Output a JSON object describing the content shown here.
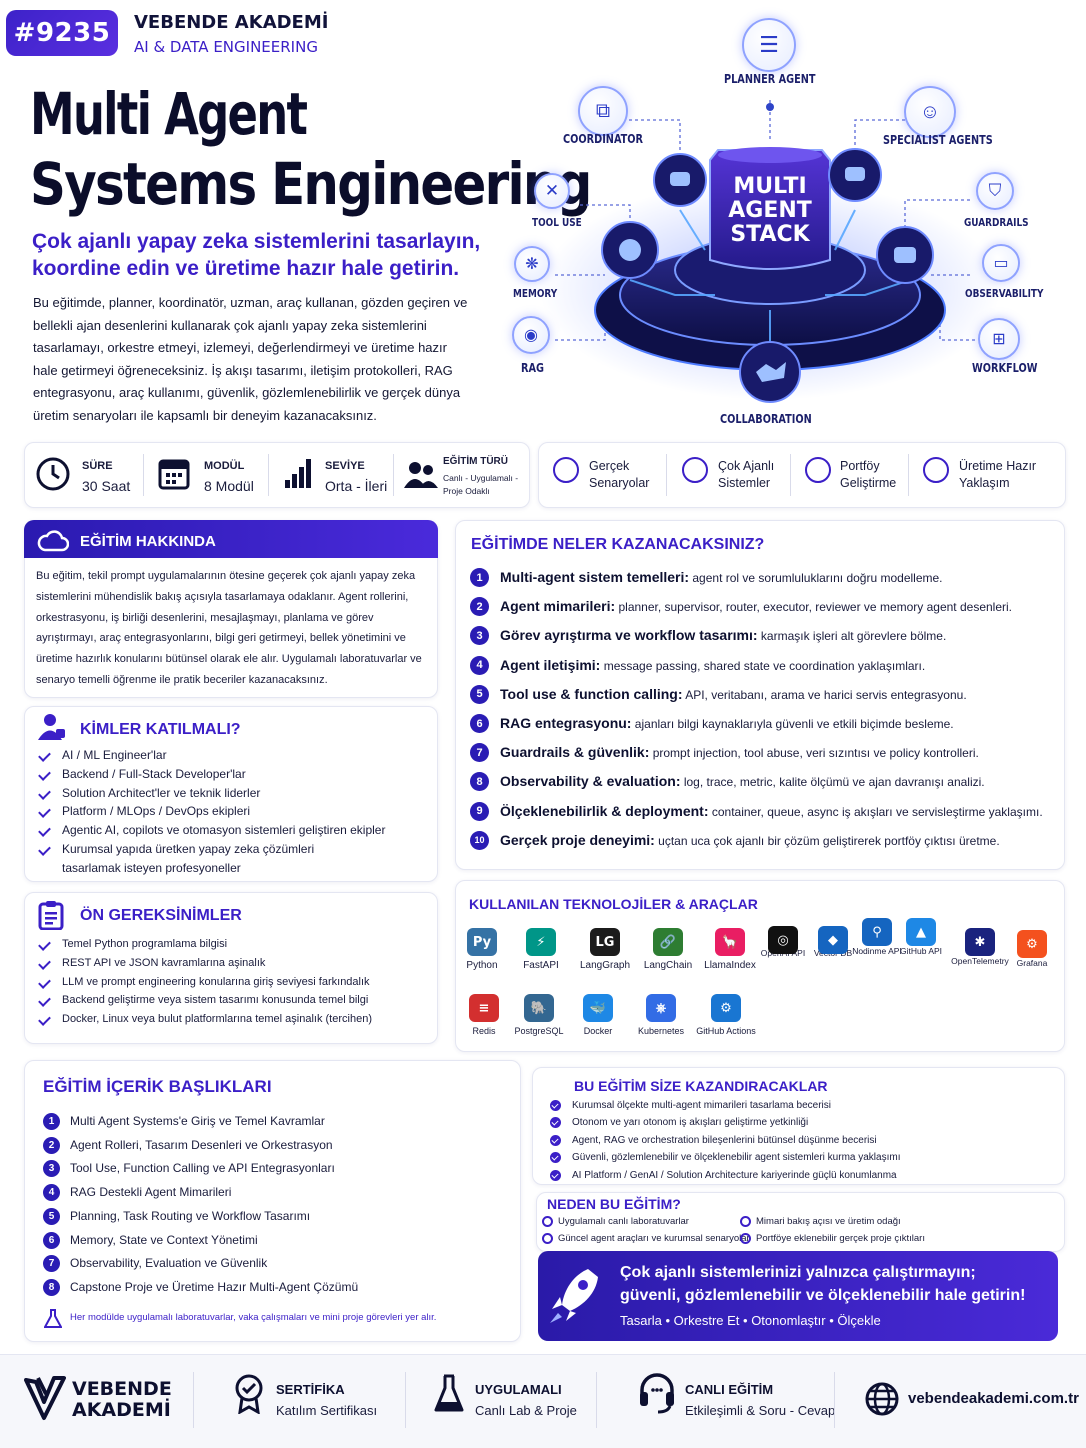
{
  "header": {
    "badge": "#9235",
    "brand": "VEBENDE AKADEMİ",
    "brand_sub": "AI & DATA ENGINEERING",
    "title_line1": "Multi Agent",
    "title_line2": "Systems Engineering",
    "subtitle": "Çok ajanlı yapay zeka sistemlerini tasarlayın, koordine edin ve üretime hazır hale getirin.",
    "intro": "Bu eğitimde, planner, koordinatör, uzman, araç kullanan, gözden geçiren ve bellekli ajan desenlerini kullanarak çok ajanlı yapay zeka sistemlerini tasarlamayı, orkestre etmeyi, izlemeyi, değerlendirmeyi ve üretime hazır hale getirmeyi öğreneceksiniz. İş akışı tasarımı, iletişim protokolleri, RAG entegrasyonu, araç kullanımı, güvenlik, gözlemlenebilirlik ve gerçek dünya üretim senaryoları ile kapsamlı bir deneyim kazanacaksınız."
  },
  "diagram": {
    "center": [
      "MULTI",
      "AGENT",
      "STACK"
    ],
    "nodes": {
      "planner": "PLANNER AGENT",
      "coordinator": "COORDINATOR",
      "specialist": "SPECIALIST AGENTS",
      "tool_use": "TOOL USE",
      "guardrails": "GUARDRAILS",
      "memory": "MEMORY",
      "observability": "OBSERVABILITY",
      "rag": "RAG",
      "workflow": "WORKFLOW",
      "collaboration": "COLLABORATION"
    }
  },
  "stats": [
    {
      "title": "SÜRE",
      "value": "30 Saat",
      "icon": "clock-icon"
    },
    {
      "title": "MODÜL",
      "value": "8 Modül",
      "icon": "calendar-icon"
    },
    {
      "title": "SEVİYE",
      "value": "Orta - İleri",
      "icon": "bars-icon"
    },
    {
      "title": "EĞİTİM TÜRÜ",
      "value": "Canlı - Uygulamalı - Proje Odaklı",
      "icon": "people-icon"
    }
  ],
  "features": [
    "Gerçek Senaryolar",
    "Çok Ajanlı Sistemler",
    "Portföy Geliştirme",
    "Üretime Hazır Yaklaşım"
  ],
  "about": {
    "title": "EĞİTİM HAKKINDA",
    "text": "Bu eğitim, tekil prompt uygulamalarının ötesine geçerek çok ajanlı yapay zeka sistemlerini mühendislik bakış açısıyla tasarlamaya odaklanır. Agent rollerini, orkestrasyonu, iş birliği desenlerini, mesajlaşmayı, planlama ve görev ayrıştırmayı, araç entegrasyonlarını, bilgi geri getirmeyi, bellek yönetimini ve üretime hazırlık konularını bütünsel olarak ele alır. Uygulamalı laboratuvarlar ve senaryo temelli öğrenme ile pratik beceriler kazanacaksınız."
  },
  "audience": {
    "title": "KİMLER KATILMALI?",
    "items": [
      "AI / ML Engineer'lar",
      "Backend / Full-Stack Developer'lar",
      "Solution Architect'ler ve teknik liderler",
      "Platform / MLOps / DevOps ekipleri",
      "Agentic AI, copilots ve otomasyon sistemleri geliştiren ekipler",
      "Kurumsal yapıda üretken yapay zeka çözümleri tasarlamak isteyen profesyoneller"
    ]
  },
  "prereq": {
    "title": "ÖN GEREKSİNİMLER",
    "items": [
      "Temel Python programlama bilgisi",
      "REST API ve JSON kavramlarına aşinalık",
      "LLM ve prompt engineering konularına giriş seviyesi farkındalık",
      "Backend geliştirme veya sistem tasarımı konusunda temel bilgi",
      "Docker, Linux veya bulut platformlarına temel aşinalık (tercihen)"
    ]
  },
  "gains": {
    "title": "EĞİTİMDE NELER KAZANACAKSINIZ?",
    "items": [
      {
        "n": "1",
        "head": "Multi-agent sistem temelleri:",
        "text": " agent rol ve sorumluluklarını doğru modelleme."
      },
      {
        "n": "2",
        "head": "Agent mimarileri:",
        "text": " planner, supervisor, router, executor, reviewer ve memory agent desenleri."
      },
      {
        "n": "3",
        "head": "Görev ayrıştırma ve workflow tasarımı:",
        "text": " karmaşık işleri alt görevlere bölme."
      },
      {
        "n": "4",
        "head": "Agent iletişimi:",
        "text": " message passing, shared state ve coordination yaklaşımları."
      },
      {
        "n": "5",
        "head": "Tool use & function calling:",
        "text": " API, veritabanı, arama ve harici servis entegrasyonu."
      },
      {
        "n": "6",
        "head": "RAG entegrasyonu:",
        "text": " ajanları bilgi kaynaklarıyla güvenli ve etkili biçimde besleme."
      },
      {
        "n": "7",
        "head": "Guardrails & güvenlik:",
        "text": " prompt injection, tool abuse, veri sızıntısı ve policy kontrolleri."
      },
      {
        "n": "8",
        "head": "Observability & evaluation:",
        "text": " log, trace, metric, kalite ölçümü ve ajan davranışı analizi."
      },
      {
        "n": "9",
        "head": "Ölçeklenebilirlik & deployment:",
        "text": " container, queue, async iş akışları ve servisleştirme yaklaşımı."
      },
      {
        "n": "10",
        "head": "Gerçek proje deneyimi:",
        "text": " uçtan uca çok ajanlı bir çözüm geliştirerek portföy çıktısı üretme."
      }
    ]
  },
  "tech": {
    "title": "KULLANILAN TEKNOLOJİLER & ARAÇLAR",
    "row1": [
      "Python",
      "FastAPI",
      "LangGraph",
      "LangChain",
      "LlamaIndex",
      "OpenAI API",
      "Vector DB",
      "Nodinme API",
      "GitHub API",
      "OpenTelemetry",
      "Grafana"
    ],
    "row2": [
      "Redis",
      "PostgreSQL",
      "Docker",
      "Kubernetes",
      "GitHub Actions"
    ]
  },
  "contents": {
    "title": "EĞİTİM İÇERİK BAŞLIKLARI",
    "items": [
      "Multi Agent Systems'e Giriş ve Temel Kavramlar",
      "Agent Rolleri, Tasarım Desenleri ve Orkestrasyon",
      "Tool Use, Function Calling ve API Entegrasyonları",
      "RAG Destekli Agent Mimarileri",
      "Planning, Task Routing ve Workflow Tasarımı",
      "Memory, State ve Context Yönetimi",
      "Observability, Evaluation ve Güvenlik",
      "Capstone Proje ve Üretime Hazır Multi-Agent Çözümü"
    ],
    "note": "Her modülde uygulamalı laboratuvarlar, vaka çalışmaları ve mini proje görevleri yer alır."
  },
  "benefits": {
    "title": "BU EĞİTİM SİZE KAZANDIRACAKLAR",
    "items": [
      "Kurumsal ölçekte multi-agent mimarileri tasarlama becerisi",
      "Otonom ve yarı otonom iş akışları geliştirme yetkinliği",
      "Agent, RAG ve orchestration bileşenlerini bütünsel düşünme becerisi",
      "Güvenli, gözlemlenebilir ve ölçeklenebilir agent sistemleri kurma yaklaşımı",
      "AI Platform / GenAI / Solution Architecture kariyerinde güçlü konumlanma"
    ]
  },
  "why": {
    "title": "NEDEN BU EĞİTİM?",
    "items": [
      "Uygulamalı canlı laboratuvarlar",
      "Mimari bakış açısı ve üretim odağı",
      "Güncel agent araçları ve kurumsal senaryolar",
      "Portföye eklenebilir gerçek proje çıktıları"
    ]
  },
  "cta": {
    "line1": "Çok ajanlı sistemlerinizi yalnızca çalıştırmayın;",
    "line2": "güvenli, gözlemlenebilir ve ölçeklenebilir hale getirin!",
    "tags": "Tasarla • Orkestre Et • Otonomlaştır • Ölçekle"
  },
  "footer": {
    "logo1": "VEBENDE",
    "logo2": "AKADEMİ",
    "items": [
      {
        "title": "SERTİFİKA",
        "sub": "Katılım Sertifikası",
        "icon": "certificate-icon"
      },
      {
        "title": "UYGULAMALI",
        "sub": "Canlı Lab & Proje",
        "icon": "flask-icon"
      },
      {
        "title": "CANLI EĞİTİM",
        "sub": "Etkileşimli & Soru - Cevap",
        "icon": "headset-icon"
      }
    ],
    "website": "vebendeakademi.com.tr"
  },
  "colors": {
    "accent": "#3b1fc7",
    "dark": "#0b0d2a",
    "cta_bg": "#3a1fc2"
  }
}
